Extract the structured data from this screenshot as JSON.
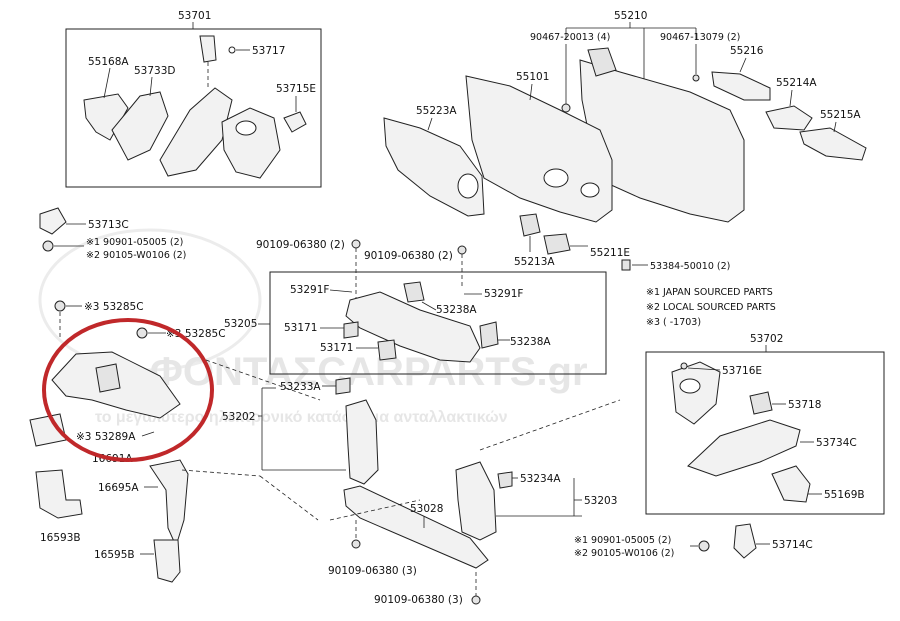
{
  "watermark": {
    "brand": "ΦΟΝΤΑΣCARPARTS.gr",
    "tagline": "το μεγαλύτερο ηλεκτρονικό κατάστημα ανταλλακτικών"
  },
  "colors": {
    "highlight_circle": "#c0282a",
    "watermark": "#e6e6e6"
  },
  "legend": {
    "item1": "※1  JAPAN SOURCED PARTS",
    "item2": "※2  LOCAL SOURCED PARTS",
    "item3": "※3 (        -1703)"
  },
  "labels": {
    "p53701": "53701",
    "p55168A": "55168A",
    "p53733D": "53733D",
    "p53717": "53717",
    "p53715E": "53715E",
    "p53713C": "53713C",
    "p90901_05005_l": "※1  90901-05005 (2)",
    "p90105_W0106_l": "※2  90105-W0106 (2)",
    "p53285C_a": "※3  53285C",
    "p53285C_b": "※3  53285C",
    "p53289A": "※3  53289A",
    "p16691A": "16691A",
    "p16695A": "16695A",
    "p16593B": "16593B",
    "p16595B": "16595B",
    "p53205": "53205",
    "p53202": "53202",
    "p53233A": "53233A",
    "p53291F_a": "53291F",
    "p53291F_b": "53291F",
    "p53171_a": "53171",
    "p53171_b": "53171",
    "p53238A_a": "53238A",
    "p53238A_b": "53238A",
    "p90109_06380_a": "90109-06380 (2)",
    "p90109_06380_b": "90109-06380 (2)",
    "p90109_06380_c": "90109-06380 (3)",
    "p90109_06380_d": "90109-06380 (3)",
    "p53028": "53028",
    "p53234A": "53234A",
    "p53203": "53203",
    "p55210": "55210",
    "p90467_20013": "90467-20013 (4)",
    "p90467_13079": "90467-13079 (2)",
    "p55101": "55101",
    "p55223A": "55223A",
    "p55216": "55216",
    "p55214A": "55214A",
    "p55215A": "55215A",
    "p55213A": "55213A",
    "p55211E": "55211E",
    "p53384_50010": "53384-50010 (2)",
    "p53702": "53702",
    "p53716E": "53716E",
    "p53718": "53718",
    "p53734C": "53734C",
    "p55169B": "55169B",
    "p90901_05005_r": "※1  90901-05005 (2)",
    "p90105_W0106_r": "※2  90105-W0106 (2)",
    "p53714C": "53714C"
  }
}
